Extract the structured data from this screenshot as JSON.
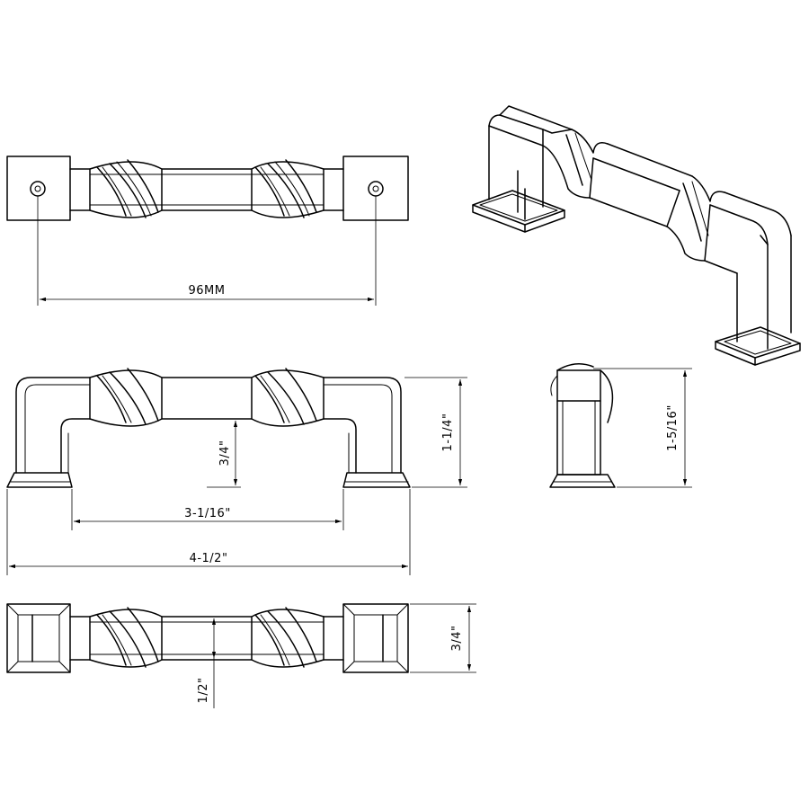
{
  "dimensions": {
    "center_to_center_mm": "96MM",
    "center_to_center_in": "3-1/16\"",
    "overall_length": "4-1/2\"",
    "projection": "1-1/4\"",
    "clearance": "3/4\"",
    "side_height": "1-5/16\"",
    "base_width": "3/4\"",
    "grip_width": "1/2\""
  }
}
